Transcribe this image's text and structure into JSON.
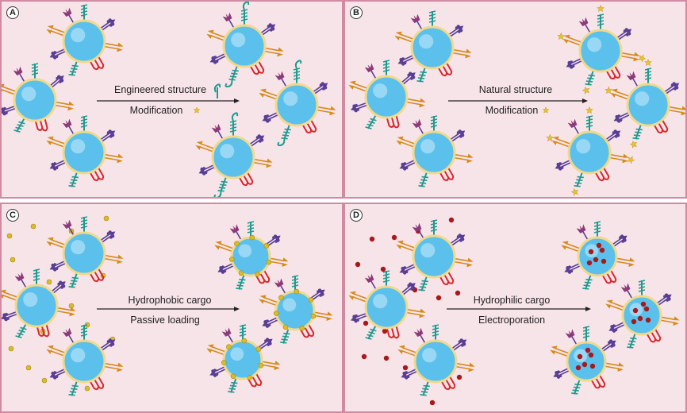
{
  "panels": [
    {
      "letter": "A",
      "text_top": "Engineered structure",
      "text_bottom": "Modification"
    },
    {
      "letter": "B",
      "text_top": "Natural structure",
      "text_bottom": "Modification"
    },
    {
      "letter": "C",
      "text_top": "Hydrophobic cargo",
      "text_bottom": "Passive loading"
    },
    {
      "letter": "D",
      "text_top": "Hydrophilic cargo",
      "text_bottom": "Electroporation"
    }
  ],
  "colors": {
    "panel_bg": "#f7e4e9",
    "panel_border": "#d28aa2",
    "vesicle": "#5cc0ec",
    "membrane": "#f0d98a",
    "teal": "#1f9a8e",
    "purple": "#5a3e94",
    "orange": "#d68a1a",
    "red": "#d8262b",
    "star": "#e8c23a",
    "bead": "#d9bb2c",
    "hydrophilic": "#a8191c"
  }
}
